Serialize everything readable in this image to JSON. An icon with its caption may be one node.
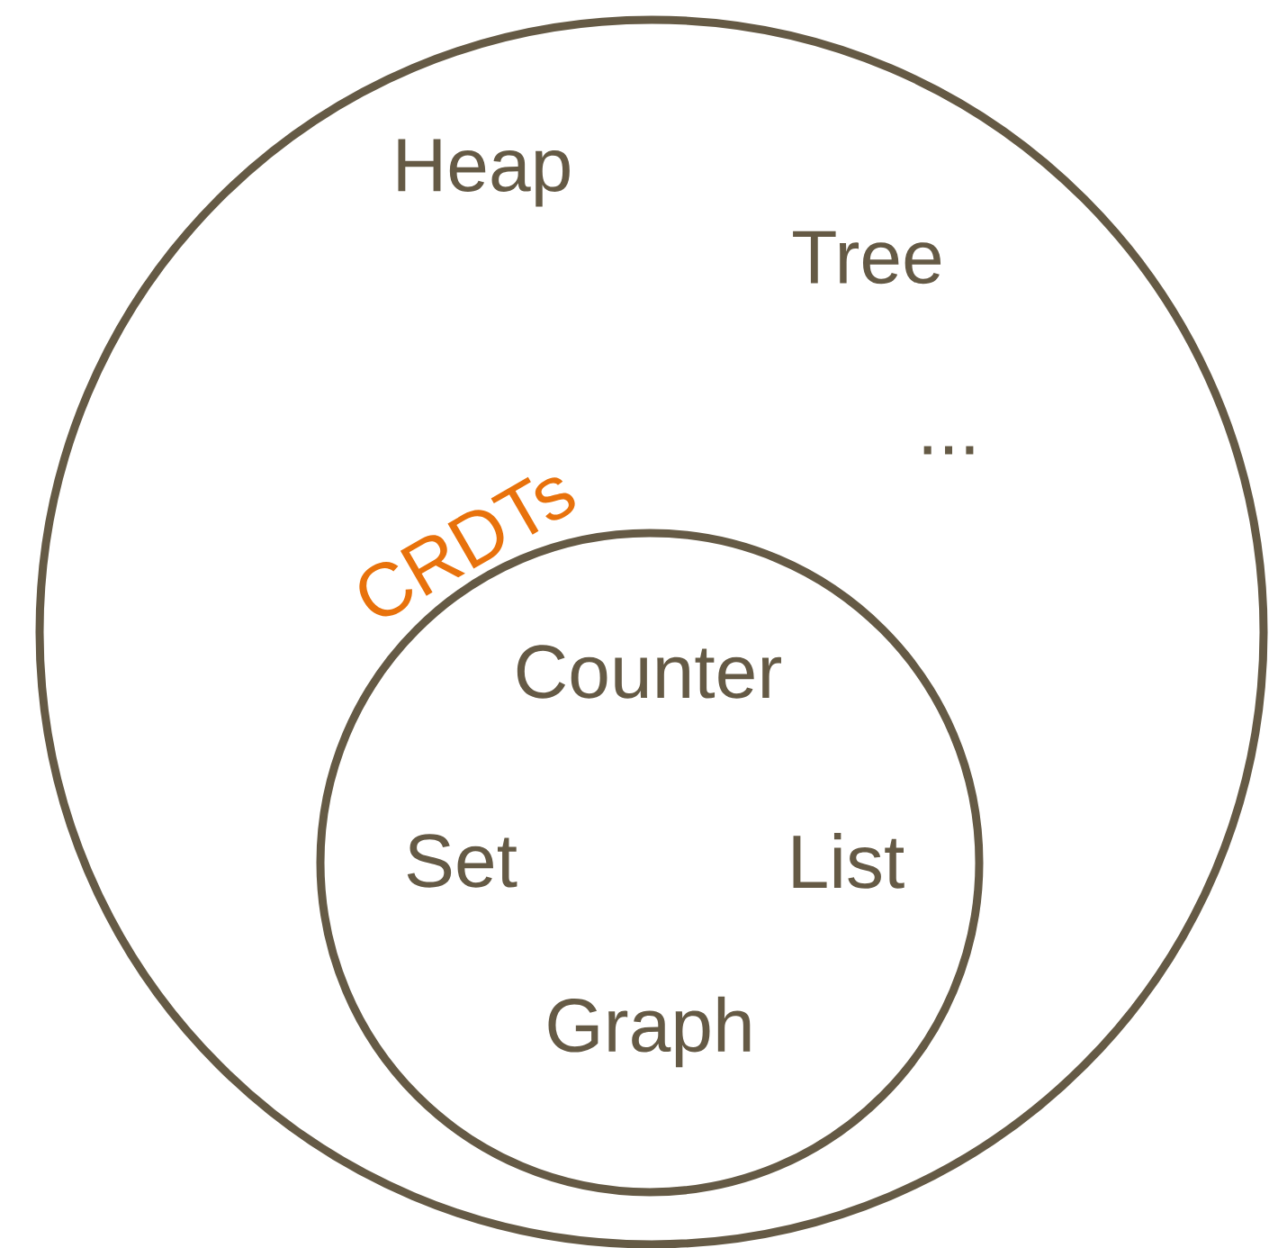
{
  "diagram": {
    "nodes": [
      {
        "text": [
          "Heap",
          "Tree",
          "..."
        ]
      },
      {
        "text": [
          "CRDTs",
          "Counter",
          "Set",
          "List",
          "Graph"
        ],
        "in": 0
      }
    ]
  }
}
